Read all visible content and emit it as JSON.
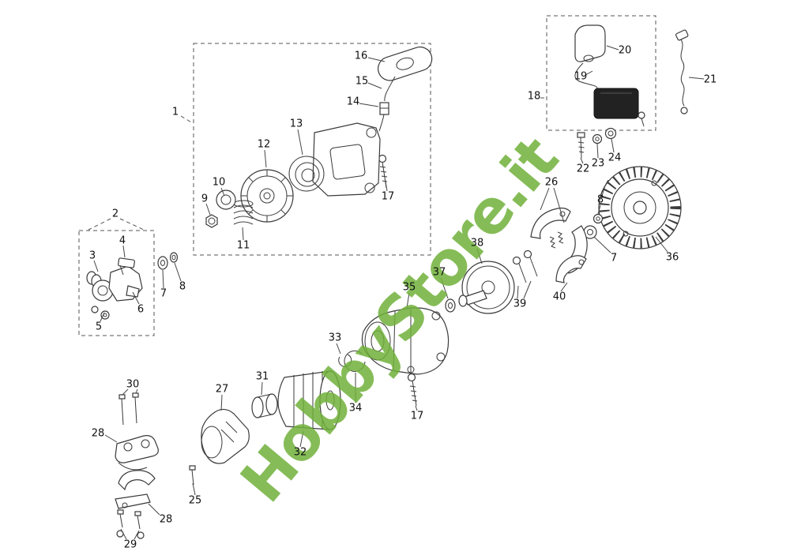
{
  "watermark": {
    "text": "HobbyStore.it",
    "color": "#70b03a"
  },
  "labels": {
    "l1": "1",
    "l2": "2",
    "l3": "3",
    "l4": "4",
    "l5": "5",
    "l6": "6",
    "l7_left": "7",
    "l8_left": "8",
    "l9": "9",
    "l10": "10",
    "l11": "11",
    "l12": "12",
    "l13": "13",
    "l14": "14",
    "l15": "15",
    "l16": "16",
    "l17_top": "17",
    "l17_bottom": "17",
    "l18": "18",
    "l19": "19",
    "l20": "20",
    "l21": "21",
    "l22": "22",
    "l23": "23",
    "l24": "24",
    "l25": "25",
    "l26": "26",
    "l27": "27",
    "l28_upper": "28",
    "l28_lower": "28",
    "l29": "29",
    "l30": "30",
    "l31": "31",
    "l32": "32",
    "l33": "33",
    "l34": "34",
    "l35": "35",
    "l36": "36",
    "l37": "37",
    "l38": "38",
    "l39": "39",
    "l40": "40",
    "l7_right": "7",
    "l8_right": "8"
  }
}
